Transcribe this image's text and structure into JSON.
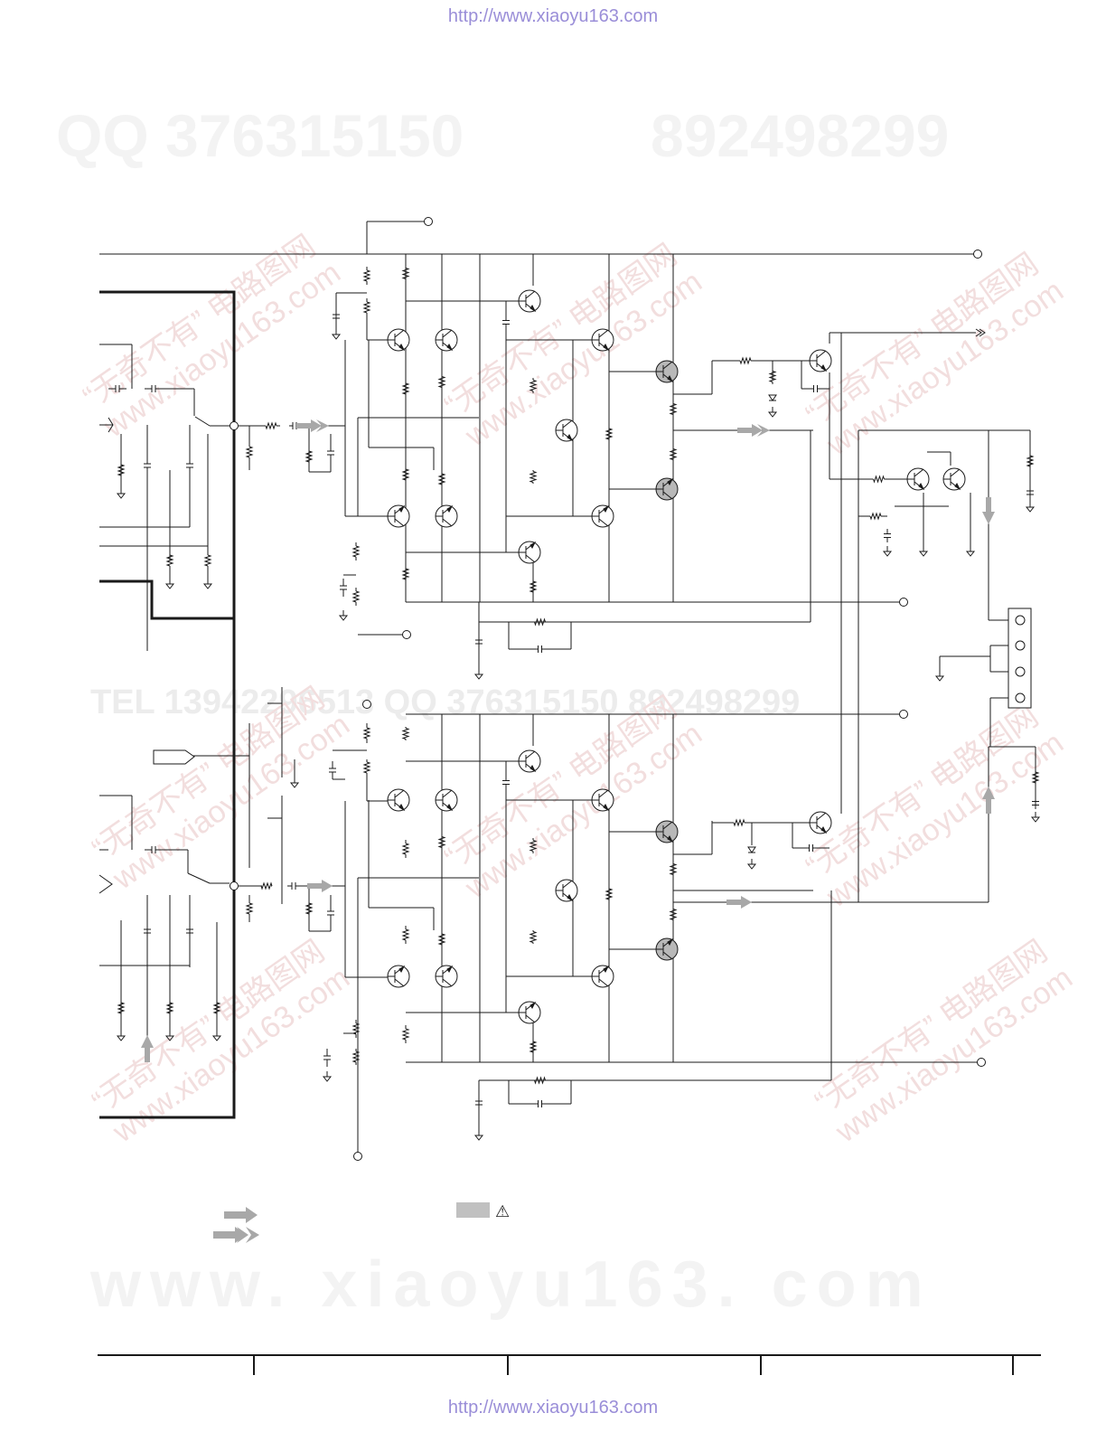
{
  "header": {
    "url": "http://www.xiaoyu163.com"
  },
  "footer": {
    "url": "http://www.xiaoyu163.com"
  },
  "watermarks": {
    "qq_left": "QQ 376315150",
    "qq_right": "892498299",
    "site": "www. xiaoyu163. com",
    "tel": "TEL 13942296513   QQ 376315150   892498299",
    "diag_cn": "“无奇不有” 电路图网",
    "diag_en": "www.xiaoyu163.com"
  },
  "legend": {
    "warning_symbol": "⚠"
  },
  "colors": {
    "line": "#1a1a1a",
    "arrow_gray": "#a8a8a8",
    "transistor_fill": "#b8b8b8",
    "legend_box": "#c0c0c0"
  }
}
